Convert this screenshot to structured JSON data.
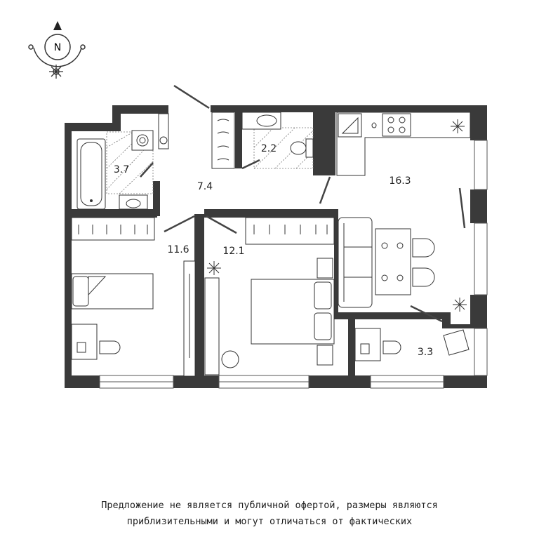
{
  "compass": {
    "north_label": "N"
  },
  "rooms": [
    {
      "id": "bathroom",
      "area": "3.7"
    },
    {
      "id": "toilet",
      "area": "2.2"
    },
    {
      "id": "hall",
      "area": "7.4"
    },
    {
      "id": "kitchen-living",
      "area": "16.3"
    },
    {
      "id": "bedroom-left",
      "area": "11.6"
    },
    {
      "id": "bedroom-right",
      "area": "12.1"
    },
    {
      "id": "balcony",
      "area": "3.3"
    }
  ],
  "disclaimer": {
    "line1": "Предложение не является публичной офертой, размеры являются",
    "line2": "приблизительными и могут отличаться от фактических"
  }
}
